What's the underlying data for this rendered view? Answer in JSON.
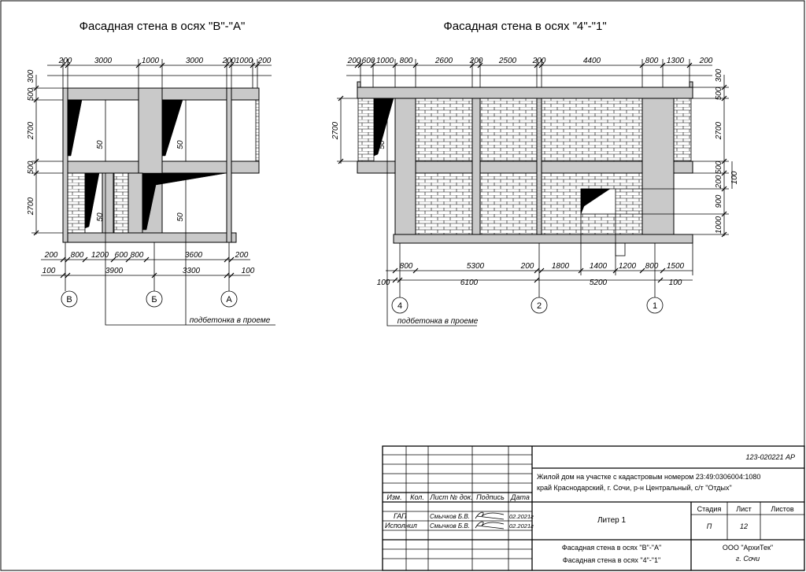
{
  "drawing_left": {
    "title": "Фасадная стена в осях \"В\"-\"А\"",
    "top_dims": [
      "200",
      "3000",
      "1000",
      "3000",
      "200",
      "1000",
      "200"
    ],
    "left_dims": [
      "300",
      "500",
      "2700",
      "500",
      "2700"
    ],
    "inner_marks": [
      "50",
      "50",
      "50",
      "50"
    ],
    "bottom_dims_row1": [
      "200",
      "800",
      "1200",
      "600",
      "800",
      "3600",
      "200"
    ],
    "bottom_dims_row2": [
      "100",
      "3900",
      "3300",
      "100"
    ],
    "axes": [
      "В",
      "Б",
      "А"
    ],
    "note": "подбетонка в проеме"
  },
  "drawing_right": {
    "title": "Фасадная стена в осях \"4\"-\"1\"",
    "top_dims": [
      "200",
      "600",
      "1000",
      "800",
      "2600",
      "200",
      "2500",
      "200",
      "4400",
      "800",
      "1300",
      "200"
    ],
    "left_dims": [
      "2700"
    ],
    "right_dims": [
      "300",
      "500",
      "2700",
      "500",
      "200",
      "900",
      "1000"
    ],
    "right_extra": "100",
    "inner_marks": [
      "50"
    ],
    "bottom_dims_row1": [
      "800",
      "5300",
      "200",
      "1800",
      "1400",
      "1200",
      "800",
      "1500"
    ],
    "bottom_dims_row2": [
      "100",
      "6100",
      "5200",
      "100"
    ],
    "axes": [
      "4",
      "2",
      "1"
    ],
    "note": "подбетонка в проеме"
  },
  "title_block": {
    "doc_code": "123-020221 АР",
    "project_line1": "Жилой дом на участке с кадастровым номером  23:49:0306004:1080",
    "project_line2": "край Краснодарский, г. Сочи, р-н Центральный, с/т \"Отдых\"",
    "hdr": {
      "izm": "Изм.",
      "kol": "Кол.",
      "list": "Лист",
      "ndok": "№ док.",
      "podp": "Подпись",
      "data": "Дата"
    },
    "gap_role": "ГАП",
    "gap_name": "Смычков Б.В.",
    "gap_date": "02.2021г",
    "isp_role": "Исполнил",
    "isp_name": "Смычков Б.В.",
    "isp_date": "02.2021г",
    "object": "Литер 1",
    "stage_label": "Стадия",
    "sheet_label": "Лист",
    "sheets_label": "Листов",
    "stage": "П",
    "sheet": "12",
    "sheet_title1": "Фасадная стена в осях \"В\"-\"А\"",
    "sheet_title2": "Фасадная стена в осях \"4\"-\"1\"",
    "org1": "ООО \"АрхиТек\"",
    "org2": "г. Сочи"
  }
}
